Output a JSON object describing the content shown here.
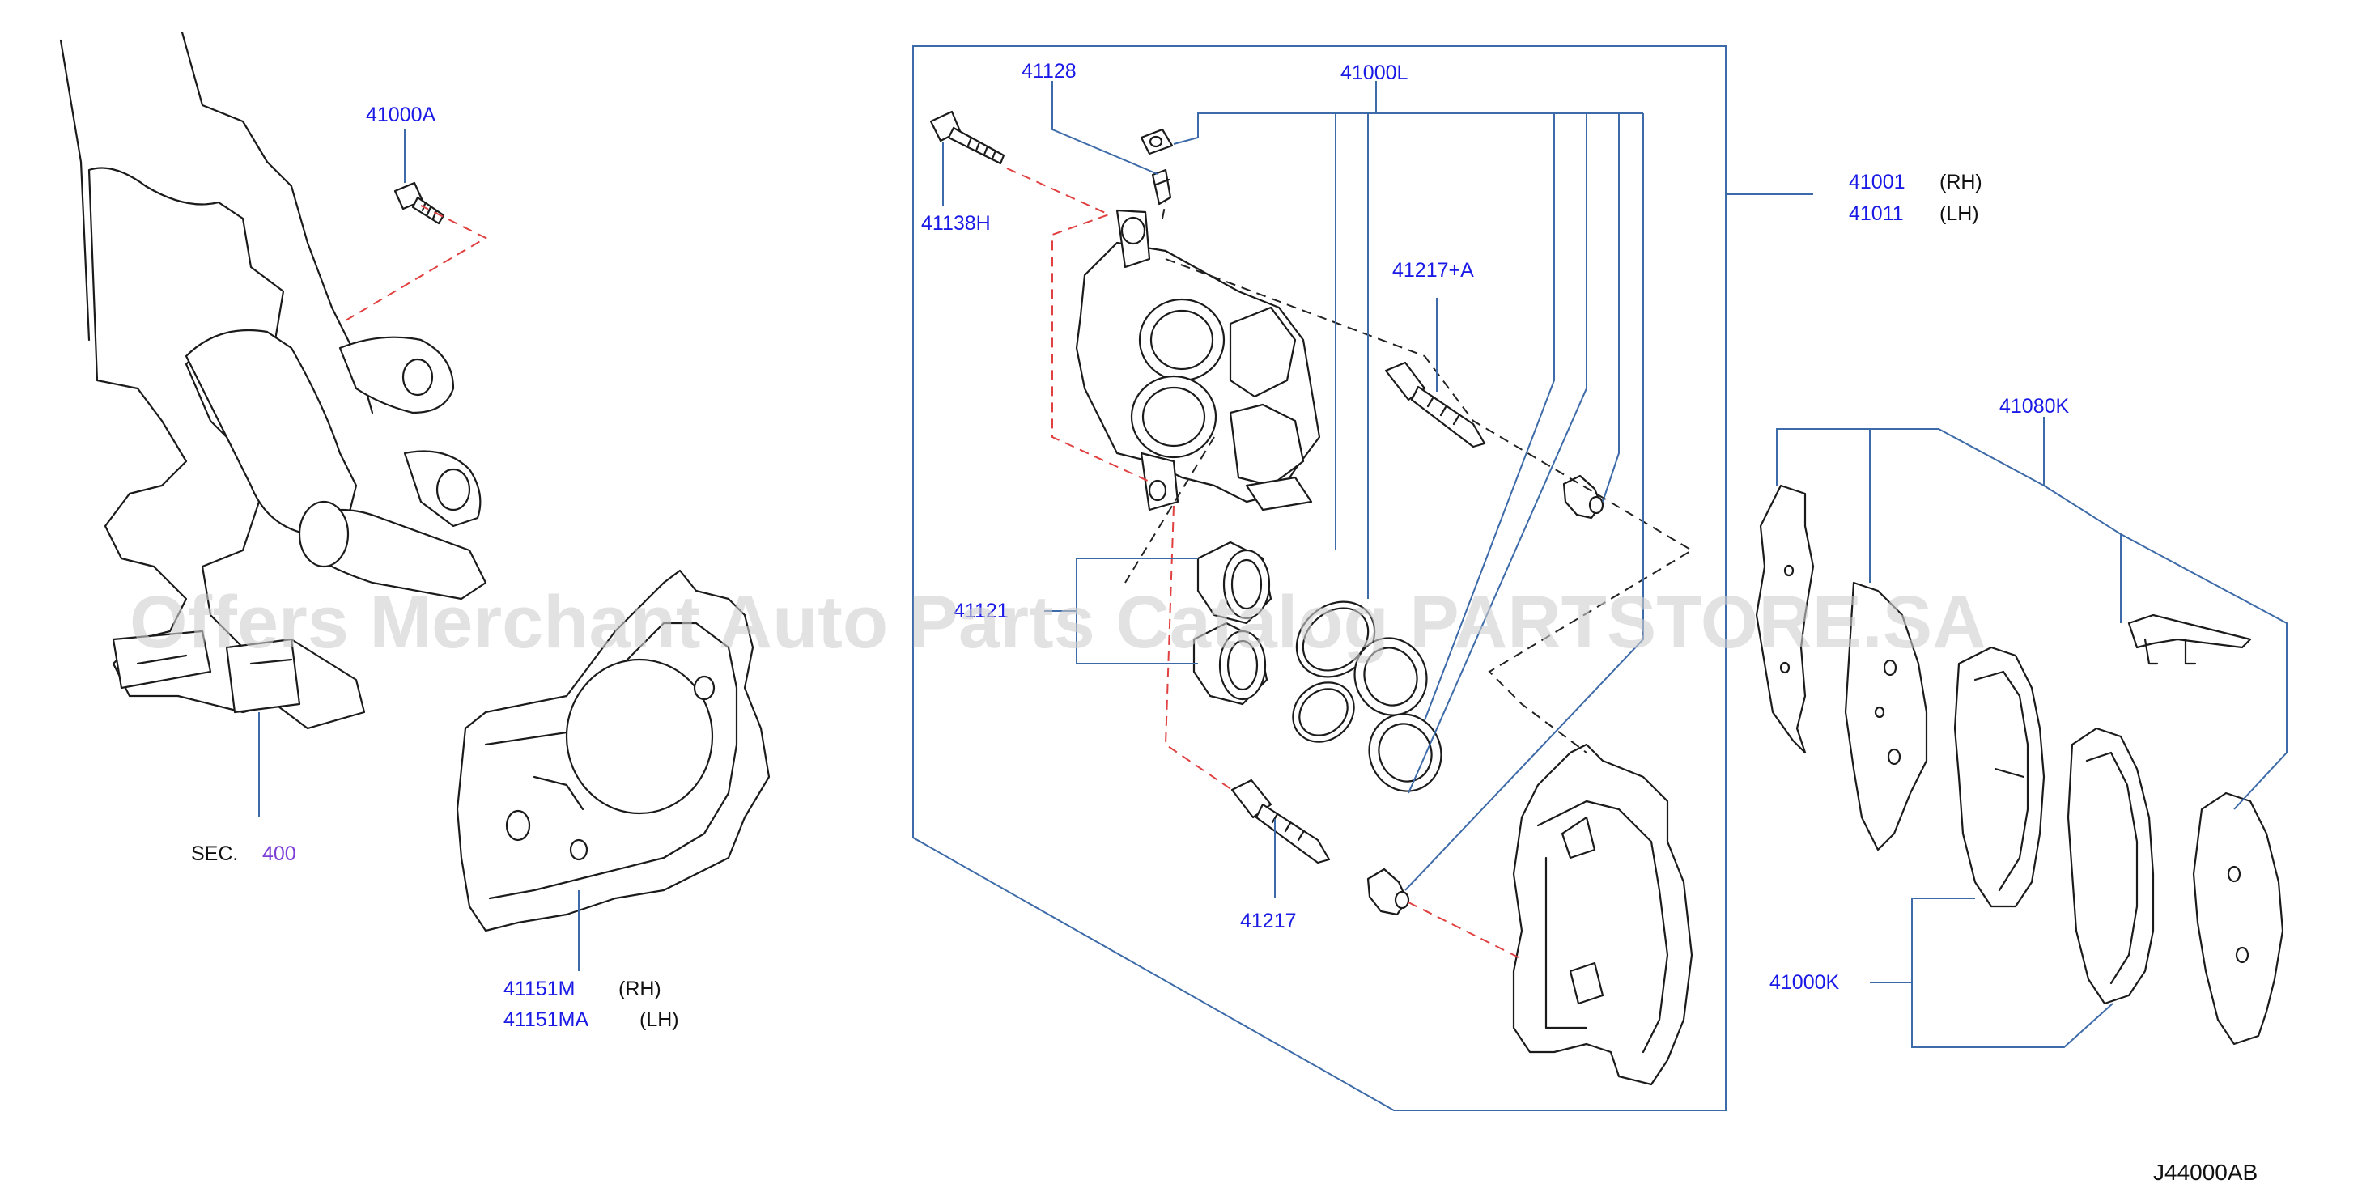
{
  "watermark": "Offers Merchant Auto Parts Catalog PARTSTORE.SA",
  "diagram_code": "J44000AB",
  "labels": {
    "p41000A": "41000A",
    "p41128": "41128",
    "p41000L": "41000L",
    "p41138H": "41138H",
    "p41001": "41001",
    "p41001_side": "(RH)",
    "p41011": "41011",
    "p41011_side": "(LH)",
    "p41217A": "41217+A",
    "p41080K": "41080K",
    "p41121": "41121",
    "p41217": "41217",
    "p41000K": "41000K",
    "p41151M": "41151M",
    "p41151M_side": "(RH)",
    "p41151MA": "41151MA",
    "p41151MA_side": "(LH)",
    "sec_prefix": "SEC.",
    "sec_number": "400"
  },
  "colors": {
    "part_number": "#1a1ae6",
    "section_ref": "#7b3fd6",
    "leader_line": "#3d6aa8",
    "dashed_red": "#e04040"
  }
}
